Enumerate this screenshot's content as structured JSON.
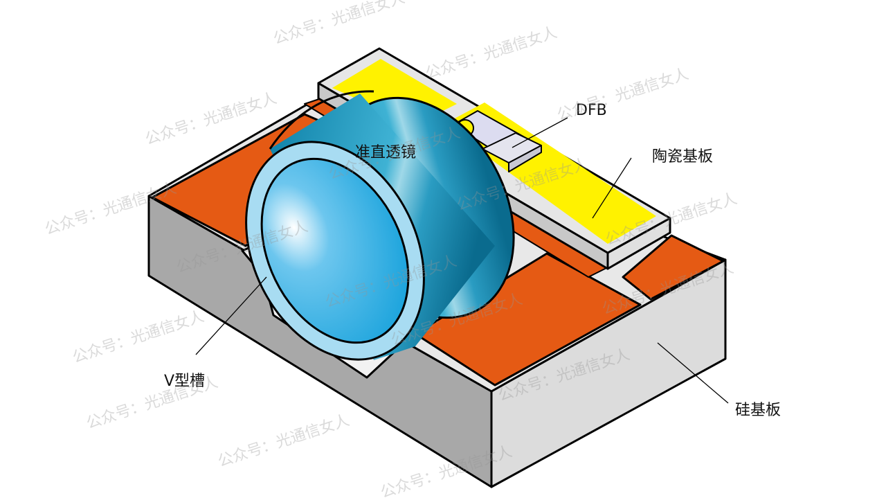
{
  "labels": {
    "dfb": "DFB",
    "ceramic": "陶瓷基板",
    "lens": "准直透镜",
    "vgroove": "V型槽",
    "silicon": "硅基板"
  },
  "watermark": "公众号：光通信女人",
  "colors": {
    "orange": "#e55a14",
    "yellow": "#fff200",
    "gray_light": "#dcdcdc",
    "gray_dark": "#a8a8a8",
    "lens_blue": "#1a8fb8",
    "lens_ring": "#a8dcf2"
  }
}
